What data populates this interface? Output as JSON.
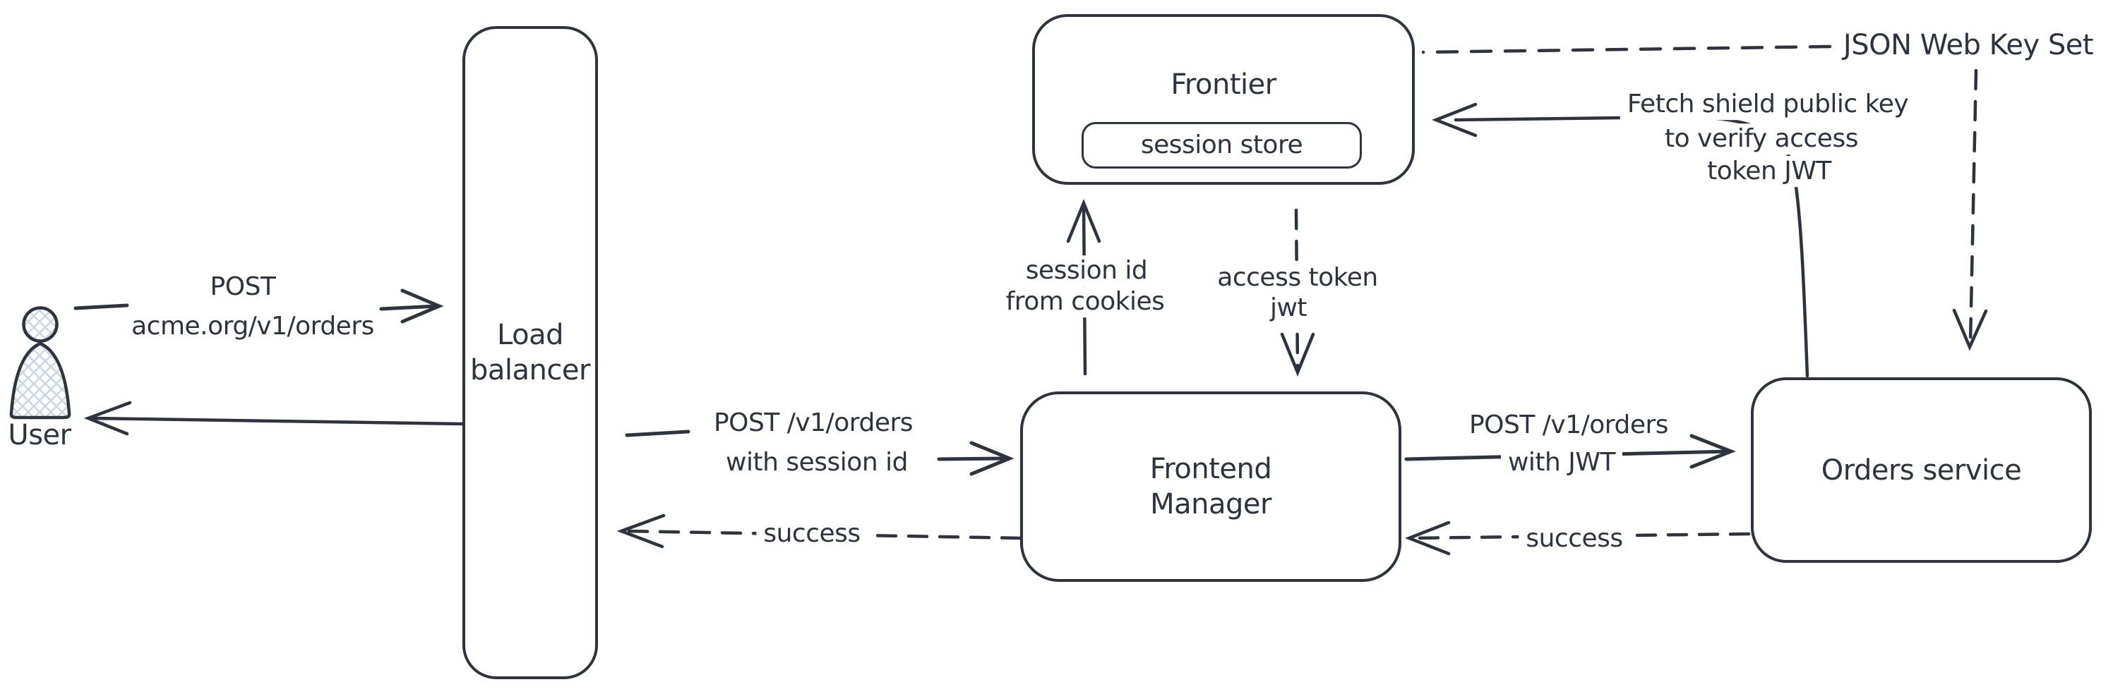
{
  "diagram": {
    "colors": {
      "stroke": "#2d3440",
      "hatch_fill": "#ccd6de",
      "background": "#ffffff"
    },
    "nodes": {
      "user": {
        "label": "User"
      },
      "load_balancer": {
        "label": "Load\nbalancer"
      },
      "frontier": {
        "label": "Frontier"
      },
      "session_store": {
        "label": "session store"
      },
      "frontend_manager": {
        "label": "Frontend\nManager"
      },
      "orders_service": {
        "label": "Orders service"
      }
    },
    "edge_labels": {
      "user_request": {
        "line1": "POST",
        "line2": "acme.org/v1/orders"
      },
      "lb_to_fm": {
        "line1": "POST /v1/orders",
        "line2": "with session id"
      },
      "fm_to_lb_success": {
        "label": "success"
      },
      "fm_to_frontier": {
        "line1": "session id",
        "line2": "from cookies"
      },
      "frontier_to_fm": {
        "line1": "access token",
        "line2": "jwt"
      },
      "fm_to_orders": {
        "line1": "POST /v1/orders",
        "line2": "with JWT"
      },
      "orders_to_fm_success": {
        "label": "success"
      },
      "jwks": {
        "label": "JSON Web Key Set"
      },
      "fetch_key": {
        "line1": "Fetch shield public key",
        "line2": "to verify access",
        "line3": "token JWT"
      }
    }
  }
}
